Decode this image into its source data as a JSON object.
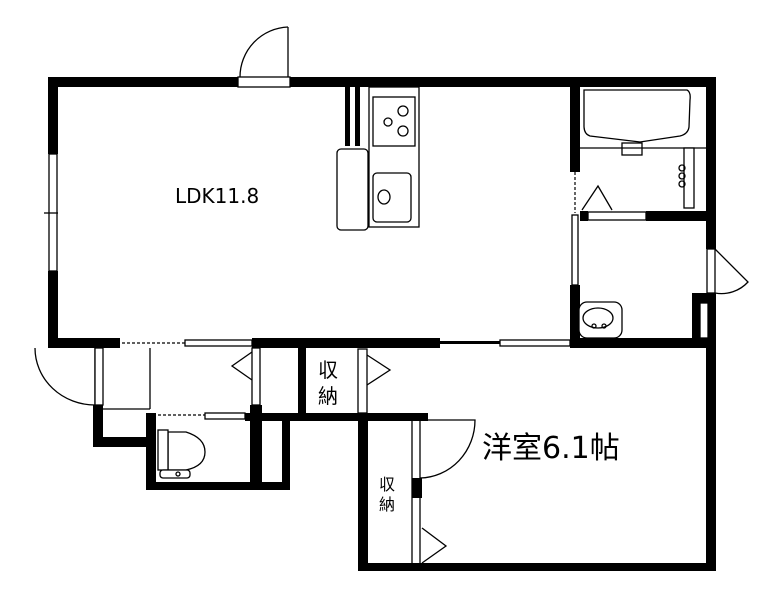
{
  "rooms": {
    "ldk": {
      "label": "LDK11.8"
    },
    "western_room": {
      "label": "洋室6.1帖"
    },
    "closet_1": {
      "label_line1": "収",
      "label_line2": "納"
    },
    "closet_2": {
      "label_line1": "収",
      "label_line2": "納"
    }
  },
  "colors": {
    "wall": "#000000",
    "floor": "#ffffff"
  }
}
